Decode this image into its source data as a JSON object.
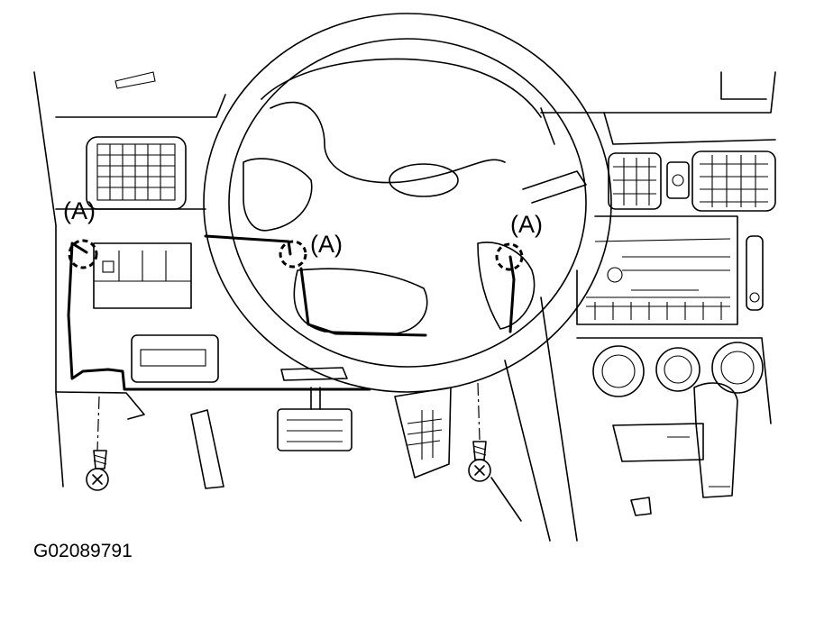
{
  "callouts": {
    "a1": "(A)",
    "a2": "(A)",
    "a3": "(A)"
  },
  "figure_code": "G02089791"
}
